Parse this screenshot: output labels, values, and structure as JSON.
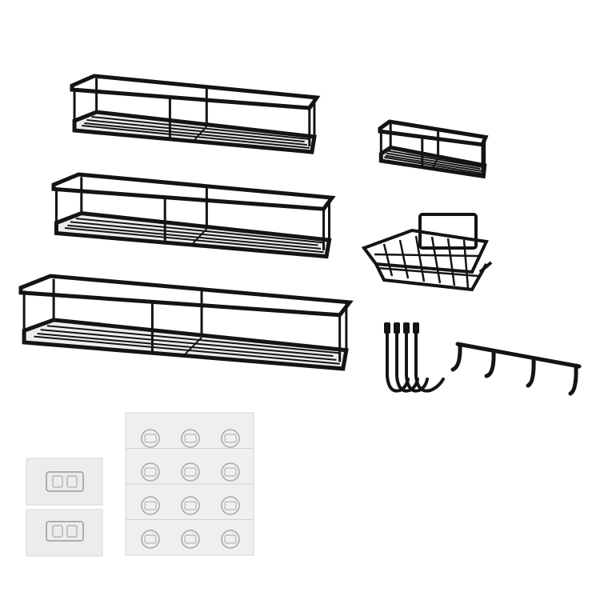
{
  "colors": {
    "background": "#ffffff",
    "metal": "#141414",
    "adhesive_pad": "#ececec",
    "adhesive_pad_edge": "#d6d6d6"
  },
  "items": [
    {
      "name": "long-shelf-small",
      "icon": "wall-shelf"
    },
    {
      "name": "long-shelf-medium",
      "icon": "wall-shelf"
    },
    {
      "name": "long-shelf-large",
      "icon": "wall-shelf"
    },
    {
      "name": "small-basket",
      "icon": "wall-shelf"
    },
    {
      "name": "soap-dish",
      "icon": "soap-basket"
    },
    {
      "name": "single-hooks",
      "icon": "hook",
      "count": 4
    },
    {
      "name": "hook-rail",
      "icon": "hook-rail",
      "hooks": 4
    },
    {
      "name": "adhesive-pads-single",
      "icon": "adhesive-pad",
      "count": 2
    },
    {
      "name": "adhesive-pad-sheet",
      "icon": "adhesive-pad",
      "rows": 4,
      "columns": 3
    }
  ]
}
